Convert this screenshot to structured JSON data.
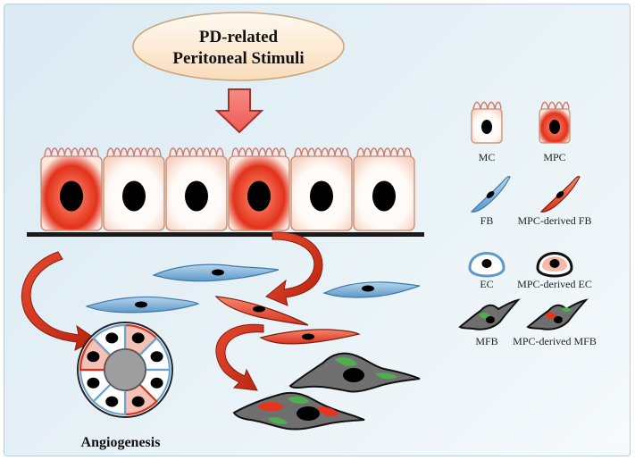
{
  "stimulus": {
    "line1": "PD-related",
    "line2": "Peritoneal Stimuli"
  },
  "outcome": {
    "label": "Angiogenesis"
  },
  "legend": {
    "mc": "MC",
    "mpc": "MPC",
    "fb": "FB",
    "mpc_fb": "MPC-derived FB",
    "ec": "EC",
    "mpc_ec": "MPC-derived EC",
    "mfb": "MFB",
    "mpc_mfb": "MPC-derived MFB"
  },
  "colors": {
    "mesothelial": "#fbe3d6",
    "mpc_red": "#e8341c",
    "fibroblast_blue": "#7fb1d8",
    "arrow_red": "#d9321c",
    "myofibroblast_green": "#4fae4f",
    "myofibroblast_gray": "#6f6f6f",
    "nucleus": "#000000"
  }
}
